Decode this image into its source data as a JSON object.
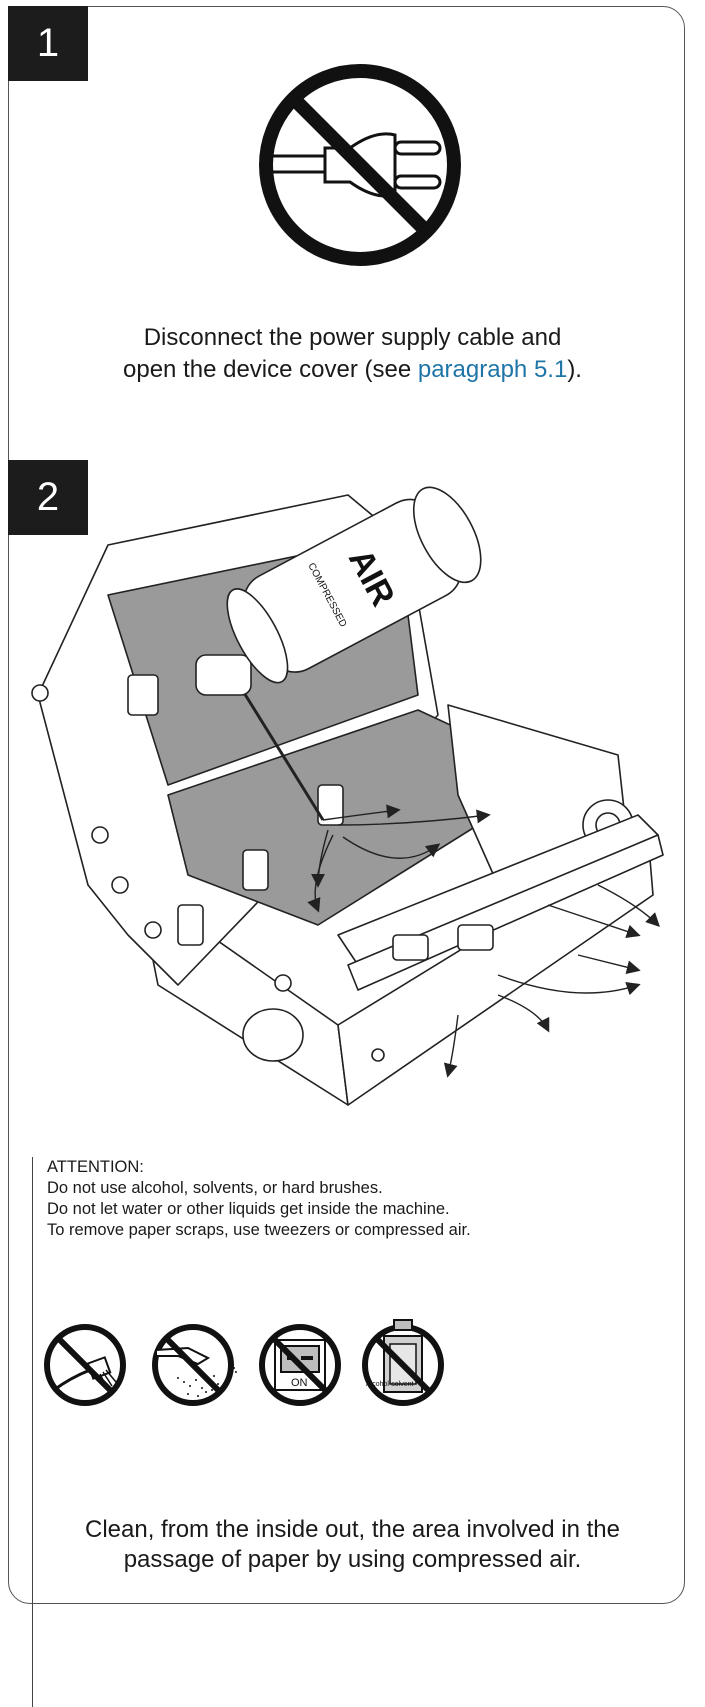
{
  "step1": {
    "number": "1",
    "caption_line1": "Disconnect the power supply cable and",
    "caption_line2_before": "open the device cover (see ",
    "caption_link": "paragraph 5.1",
    "caption_line2_after": ")."
  },
  "step2": {
    "number": "2",
    "can_label_main": "AIR",
    "can_label_sub": "COMPRESSED"
  },
  "attention": {
    "title": "ATTENTION:",
    "lines": [
      "Do not use alcohol, solvents, or hard brushes.",
      "Do not let water or other liquids get inside the machine.",
      "To remove paper scraps, use tweezers or compressed air."
    ],
    "icons": {
      "switch_label": "ON",
      "bottle_label": "Alcohol-solvent"
    }
  },
  "final_caption": {
    "line1": "Clean, from the inside out, the area involved in the",
    "line2": "passage of paper by using compressed air."
  },
  "colors": {
    "link": "#1f75a8",
    "badge": "#1c1c1c",
    "tray": "#9a9a9a"
  }
}
